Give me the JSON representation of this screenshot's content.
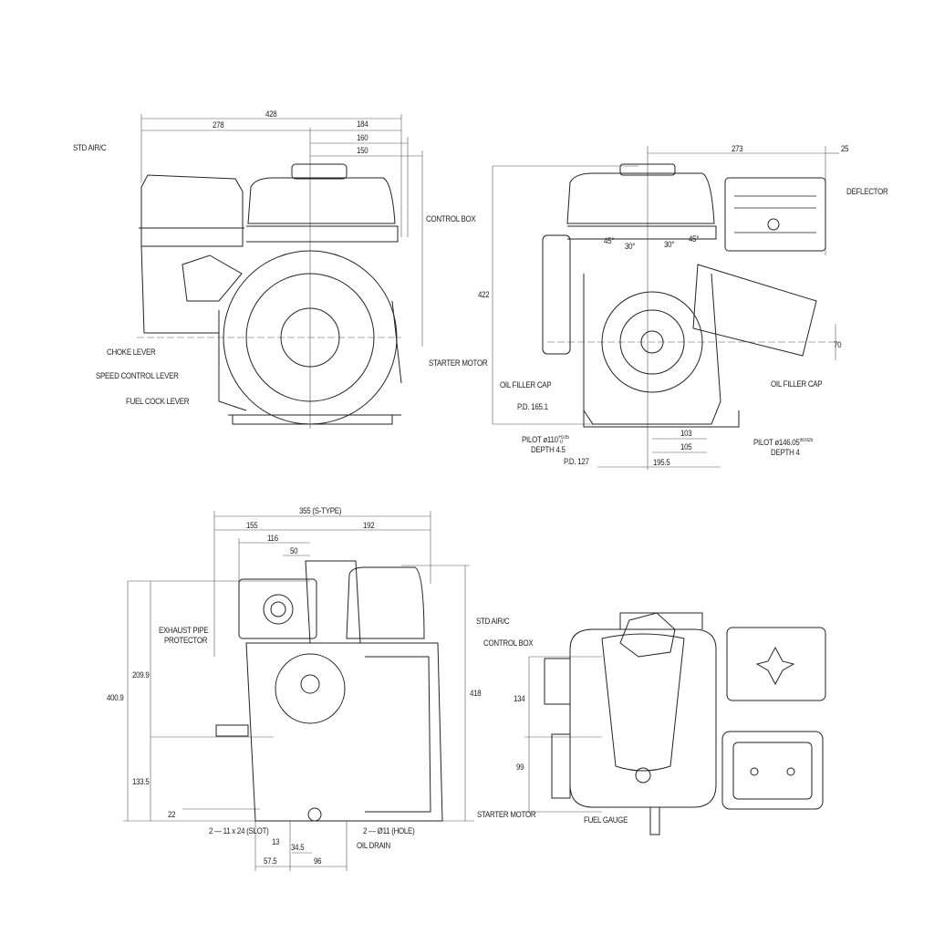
{
  "front_view": {
    "dims": {
      "overall": "428",
      "left": "278",
      "d184": "184",
      "d160": "160",
      "d150": "150"
    },
    "labels": {
      "std_air_c": "STD AIR/C",
      "control_box": "CONTROL BOX",
      "starter_motor": "STARTER MOTOR",
      "choke_lever": "CHOKE LEVER",
      "speed_control_lever": "SPEED CONTROL LEVER",
      "fuel_cock_lever": "FUEL COCK LEVER"
    }
  },
  "pto_view": {
    "dims": {
      "d273": "273",
      "d25": "25",
      "height": "422",
      "d70": "70",
      "d103": "103",
      "d105": "105",
      "d195": "195.5"
    },
    "angles": [
      "45°",
      "30°",
      "30°",
      "45°"
    ],
    "labels": {
      "deflector": "DEFLECTOR",
      "oil_filler_cap_left": "OIL FILLER CAP",
      "oil_filler_cap_right": "OIL FILLER CAP",
      "pd165": "P.D. 165.1",
      "pilot110": "PILOT  ø110",
      "pilot110_tol_upper": "+0.05",
      "pilot110_tol_lower": "0",
      "depth45": "DEPTH  4.5",
      "pd127": "P.D. 127",
      "pilot146": "PILOT  ø146.05",
      "pilot146_tol": "±0.025",
      "depth4": "DEPTH  4"
    }
  },
  "side_view": {
    "dims": {
      "overall": "355 (S-TYPE)",
      "d155": "155",
      "d192": "192",
      "d116": "116",
      "d50": "50",
      "d209": "209.9",
      "d400": "400.9",
      "d133": "133.5",
      "d22": "22",
      "d418": "418",
      "d13": "13",
      "d34": "34.5",
      "d57": "57.5",
      "d96": "96"
    },
    "labels": {
      "exhaust1": "EXHAUST PIPE",
      "exhaust2": "PROTECTOR",
      "std_air_c": "STD AIR/C",
      "slot": "2 — 11 x 24 (SLOT)",
      "hole": "2 — Ø11 (HOLE)",
      "oil_drain": "OIL DRAIN"
    }
  },
  "top_view": {
    "dims": {
      "d134": "134",
      "d99": "99"
    },
    "labels": {
      "control_box": "CONTROL BOX",
      "starter_motor": "STARTER MOTOR",
      "fuel_gauge": "FUEL GAUGE"
    }
  }
}
